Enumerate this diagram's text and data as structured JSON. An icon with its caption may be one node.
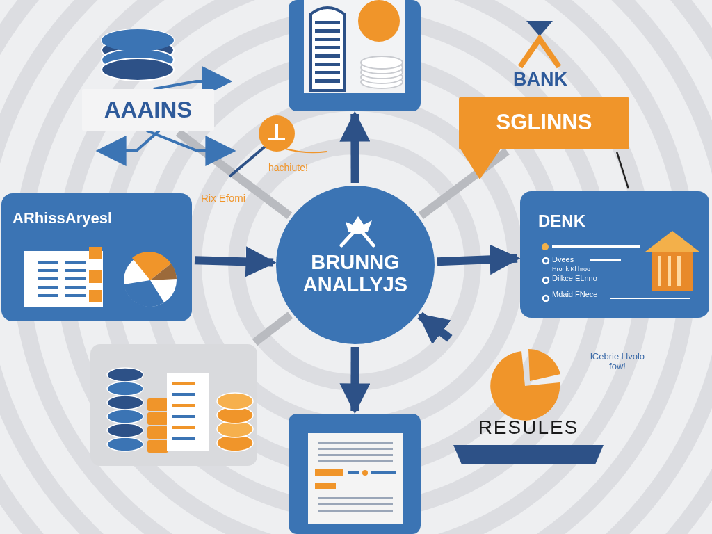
{
  "diagram": {
    "nodes": [
      {
        "text": [
          "BRUNNG ANALLYJS"
        ]
      },
      {
        "text": [],
        "shape": "picture"
      },
      {
        "text": [
          "ARhissAryesl"
        ]
      },
      {
        "text": [
          "DENK",
          "Dvees",
          "Hronk Kl hroo",
          "Dilkce ELnno",
          "Mdaid FNece"
        ]
      },
      {
        "text": [],
        "shape": "picture"
      },
      {
        "text": [],
        "shape": "picture"
      },
      {
        "text": [
          "AAAINS"
        ]
      },
      {
        "text": [
          "SGLINNS"
        ],
        "beside": [
          "BANK"
        ]
      },
      {
        "text": [
          "RESULES"
        ]
      }
    ],
    "edges": [
      {
        "from": 2,
        "to": 0,
        "arrow": "to"
      },
      {
        "from": 0,
        "to": 3,
        "arrow": "to"
      },
      {
        "from": 0,
        "to": 1,
        "arrow": "to"
      },
      {
        "from": 0,
        "to": 4,
        "arrow": "to"
      },
      {
        "from": 8,
        "to": 0,
        "arrow": "to"
      },
      {
        "from": 0,
        "to": 5,
        "arrow": "none",
        "color": "#b9bbc0"
      },
      {
        "from": 0,
        "to": 6,
        "arrow": "none",
        "color": "#b9bbc0"
      },
      {
        "from": 0,
        "to": 7,
        "arrow": "none",
        "color": "#b9bbc0"
      },
      {
        "from": 7,
        "to": 3,
        "arrow": "none",
        "color": "#222222"
      },
      {
        "from": 6,
        "to": null,
        "arrow": "to",
        "color": "#3b74b4"
      },
      {
        "from": 6,
        "to": null,
        "arrow": "to",
        "color": "#3b74b4"
      },
      {
        "from": 6,
        "to": null,
        "arrow": "to",
        "color": "#3b74b4"
      }
    ],
    "labels": [
      "hachiute!",
      "Rix Efomi",
      "lCebrie l lvolo fow!"
    ]
  }
}
